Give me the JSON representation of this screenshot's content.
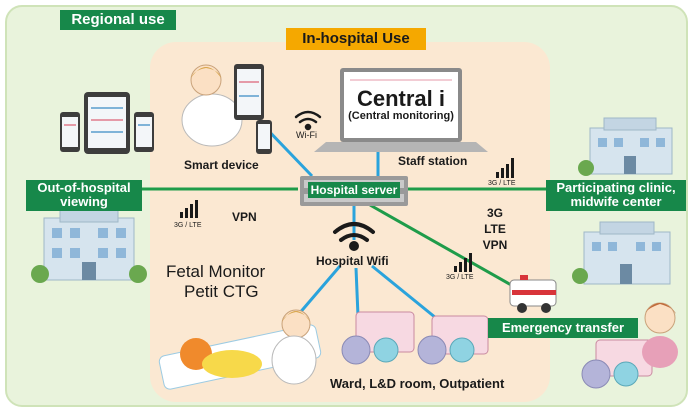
{
  "labels": {
    "regional_use": "Regional use",
    "in_hospital_use": "In-hospital Use",
    "central_title": "Central i",
    "central_subtitle": "(Central monitoring)",
    "staff_station": "Staff station",
    "smart_device": "Smart device",
    "wifi_small": "Wi-Fi",
    "hospital_server": "Hospital server",
    "out_of_hospital": "Out-of-hospital viewing",
    "participating_clinic": "Participating clinic, midwife center",
    "vpn": "VPN",
    "net_3g": "3G",
    "net_lte": "LTE",
    "net_vpn": "VPN",
    "signal_left": "3G / LTE",
    "signal_right_top": "3G / LTE",
    "signal_right_mid": "3G / LTE",
    "hospital_wifi": "Hospital Wifi",
    "fetal_monitor": "Fetal Monitor",
    "petit_ctg": "Petit CTG",
    "emergency_transfer": "Emergency transfer",
    "ward_rooms": "Ward, L&D room, Outpatient"
  },
  "colors": {
    "regional_bg": "#e9f3dc",
    "hospital_bg": "#fbe8d2",
    "green_line": "#1f9c4a",
    "blue_line": "#2aa3dc",
    "tag_green": "#17884a",
    "tag_gold": "#f5a800"
  },
  "icons": [
    "smartphone-icon",
    "tablet-icon",
    "laptop-icon",
    "server-icon",
    "wifi-icon",
    "signal-bars-icon",
    "hospital-building-icon",
    "ambulance-icon",
    "fetal-monitor-device-icon",
    "nurse-illustration",
    "patient-illustration",
    "pregnant-woman-illustration"
  ]
}
